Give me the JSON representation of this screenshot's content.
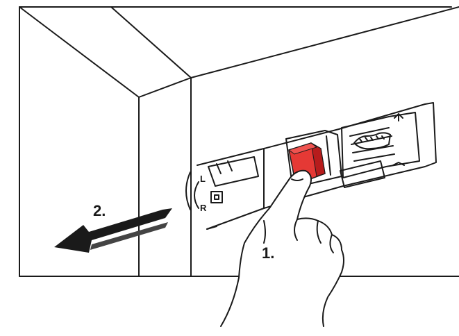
{
  "steps": [
    {
      "number": "1.",
      "action": "press-release-lever"
    },
    {
      "number": "2.",
      "action": "pull-drawer-out"
    }
  ],
  "side_marks": {
    "left": "L",
    "right": "R"
  },
  "colors": {
    "line": "#1a1a1a",
    "lever": "#e53935",
    "lever_shadow": "#b71c1c",
    "background": "#ffffff"
  },
  "icons": [
    "arrow-left-icon",
    "hand-icon",
    "lever-icon",
    "adjust-wheel-icon"
  ]
}
